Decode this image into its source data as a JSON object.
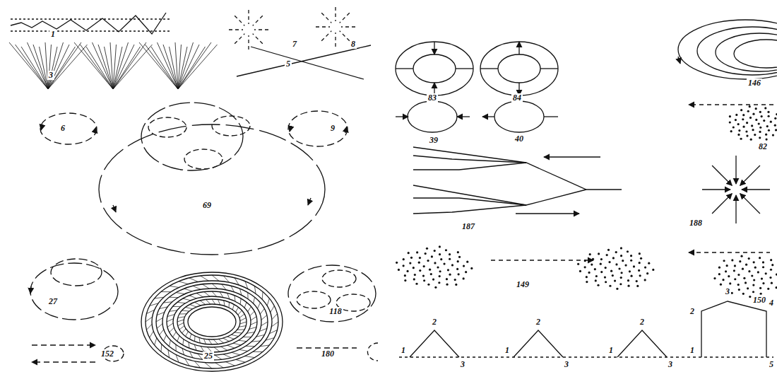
{
  "diagram": {
    "labels": [
      "1",
      "7",
      "8",
      "3",
      "5",
      "6",
      "69",
      "9",
      "27",
      "25",
      "118",
      "152",
      "180",
      "83",
      "84",
      "146",
      "39",
      "40",
      "82",
      "187",
      "188",
      "149",
      "150",
      "1",
      "2",
      "3",
      "1",
      "2",
      "3",
      "1",
      "2",
      "3",
      "1",
      "2",
      "3",
      "4",
      "5"
    ]
  }
}
